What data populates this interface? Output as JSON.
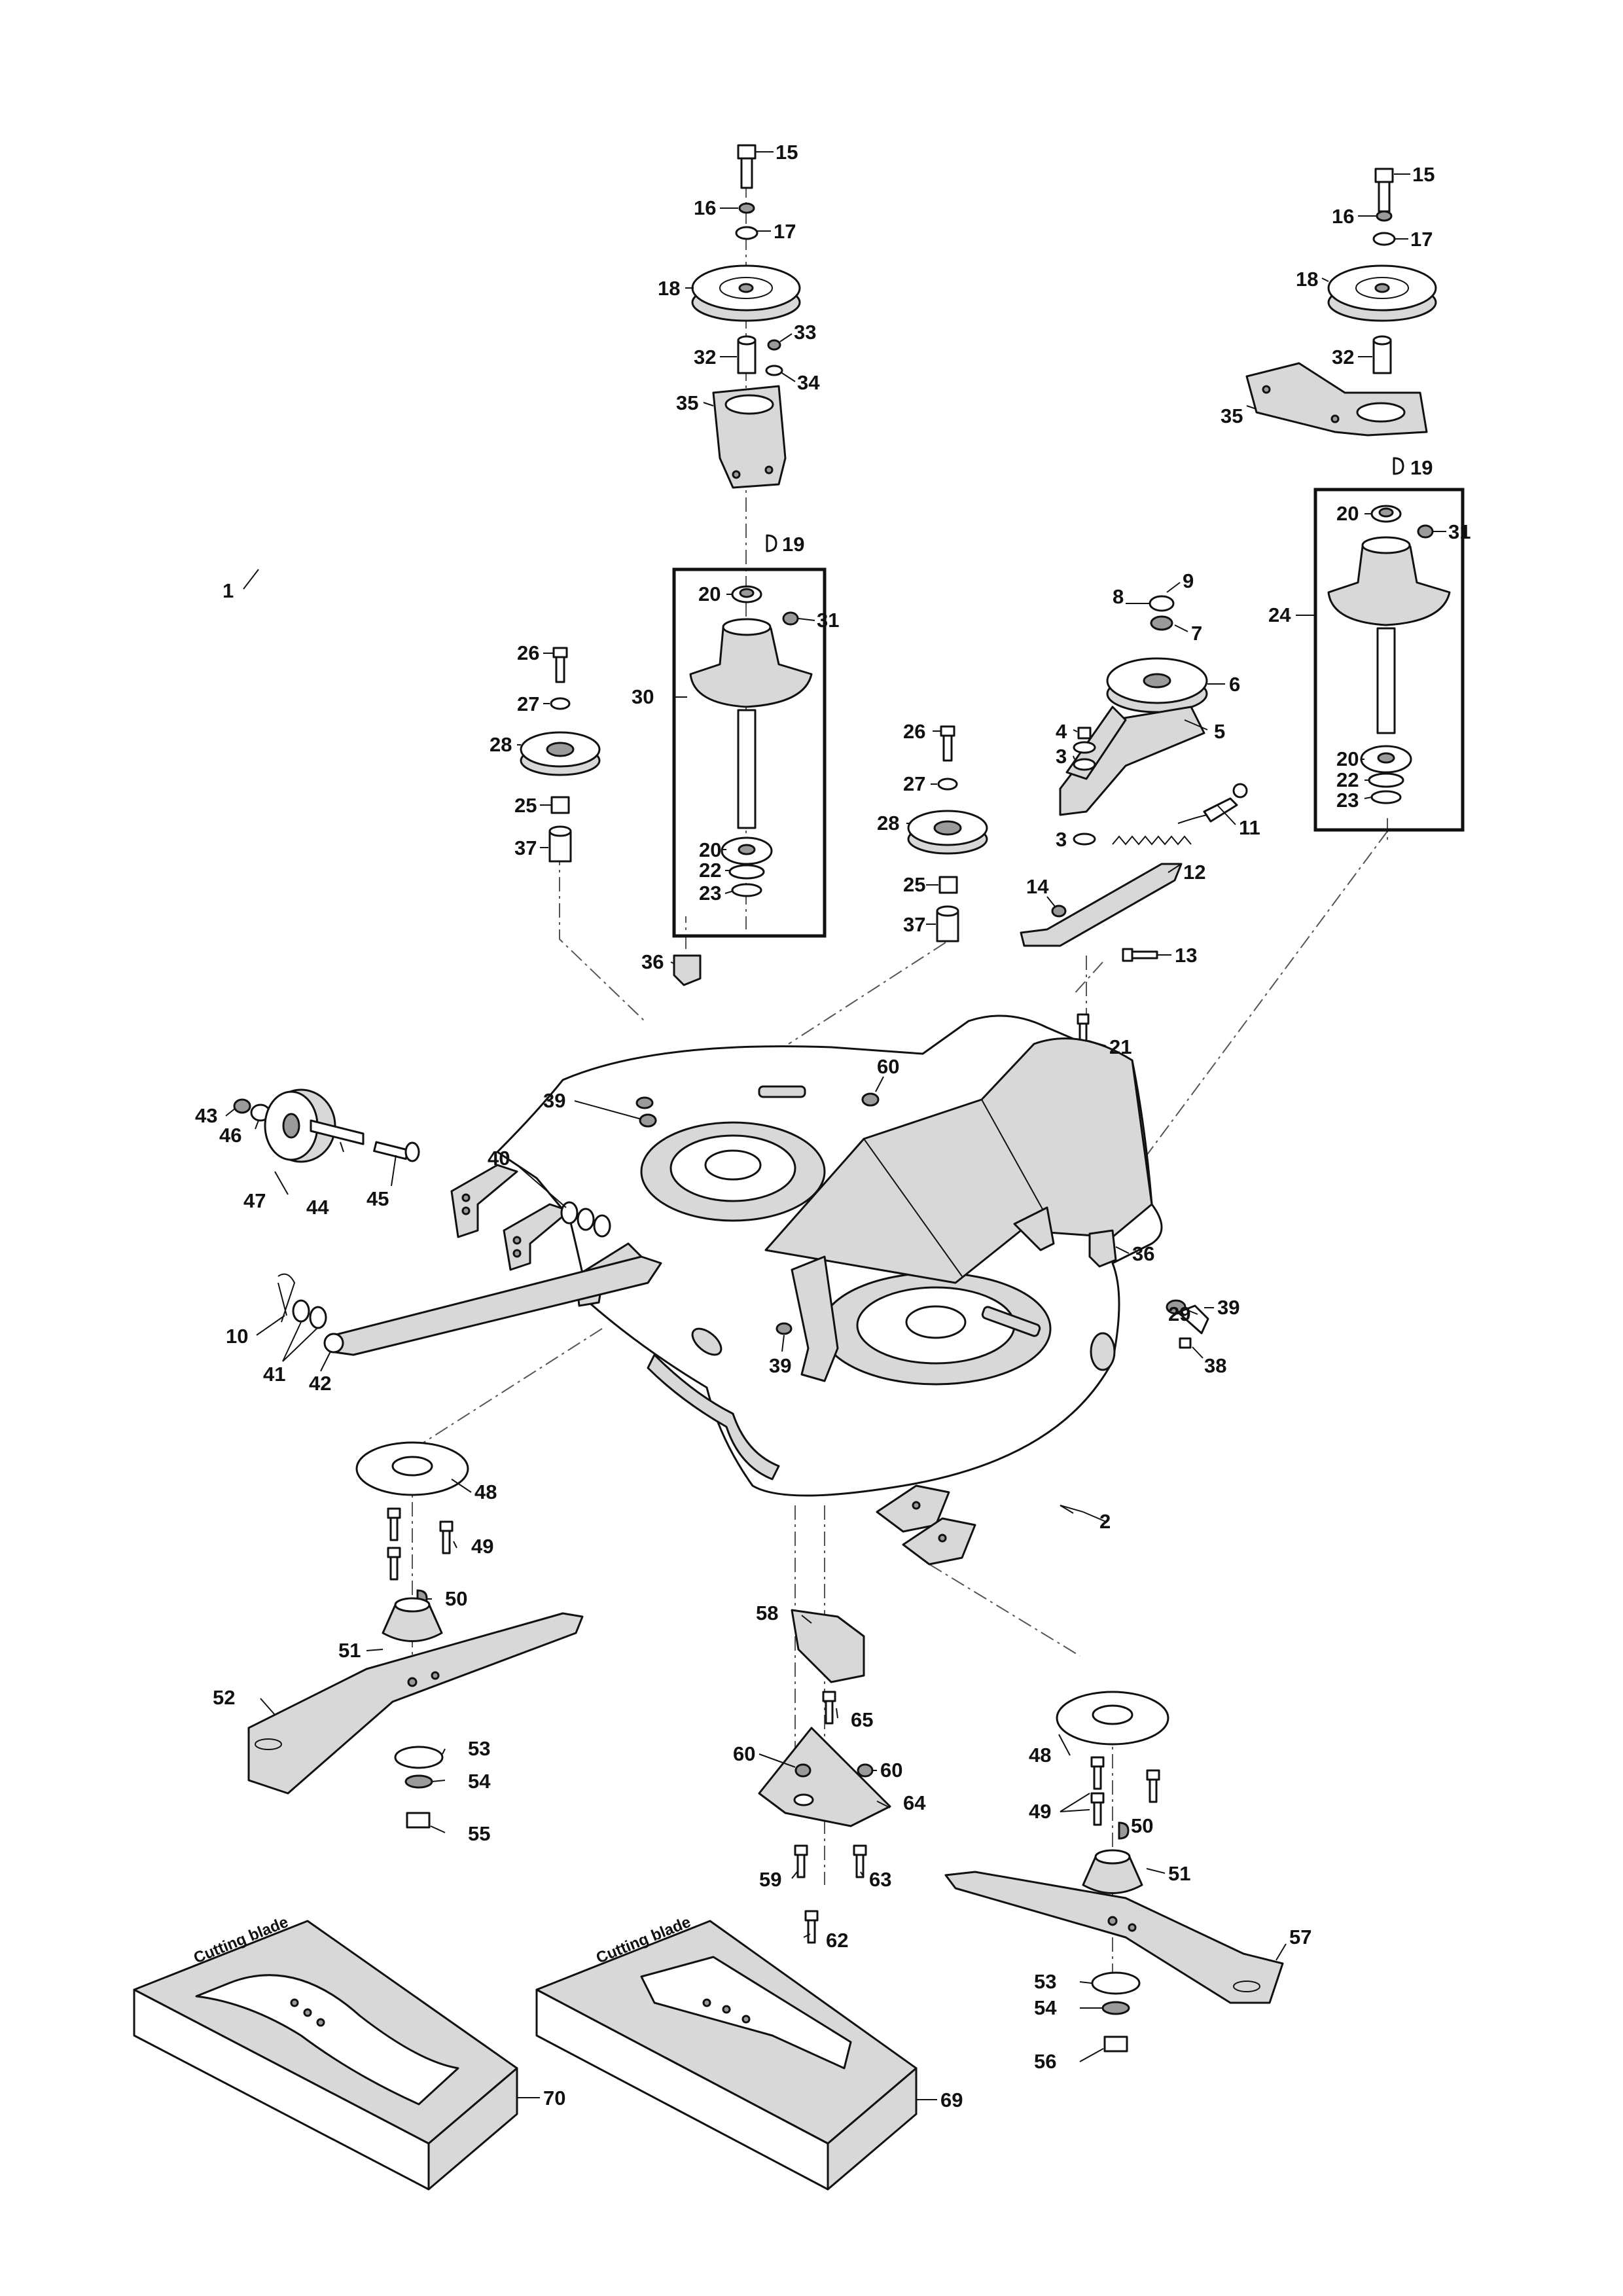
{
  "callouts": [
    {
      "id": "c15a",
      "text": "15"
    },
    {
      "id": "c16a",
      "text": "16"
    },
    {
      "id": "c17a",
      "text": "17"
    },
    {
      "id": "c18a",
      "text": "18"
    },
    {
      "id": "c33",
      "text": "33"
    },
    {
      "id": "c32a",
      "text": "32"
    },
    {
      "id": "c34",
      "text": "34"
    },
    {
      "id": "c35a",
      "text": "35"
    },
    {
      "id": "c1",
      "text": "1"
    },
    {
      "id": "c19a",
      "text": "19"
    },
    {
      "id": "c20a",
      "text": "20"
    },
    {
      "id": "c31a",
      "text": "31"
    },
    {
      "id": "c30",
      "text": "30"
    },
    {
      "id": "c26a",
      "text": "26"
    },
    {
      "id": "c27a",
      "text": "27"
    },
    {
      "id": "c28a",
      "text": "28"
    },
    {
      "id": "c25a",
      "text": "25"
    },
    {
      "id": "c37a",
      "text": "37"
    },
    {
      "id": "c20b",
      "text": "20"
    },
    {
      "id": "c22a",
      "text": "22"
    },
    {
      "id": "c23a",
      "text": "23"
    },
    {
      "id": "c15b",
      "text": "15"
    },
    {
      "id": "c16b",
      "text": "16"
    },
    {
      "id": "c17b",
      "text": "17"
    },
    {
      "id": "c18b",
      "text": "18"
    },
    {
      "id": "c32b",
      "text": "32"
    },
    {
      "id": "c35b",
      "text": "35"
    },
    {
      "id": "c19b",
      "text": "19"
    },
    {
      "id": "c20c",
      "text": "20"
    },
    {
      "id": "c31b",
      "text": "31"
    },
    {
      "id": "c24",
      "text": "24"
    },
    {
      "id": "c20d",
      "text": "20"
    },
    {
      "id": "c22b",
      "text": "22"
    },
    {
      "id": "c23b",
      "text": "23"
    },
    {
      "id": "c9",
      "text": "9"
    },
    {
      "id": "c8",
      "text": "8"
    },
    {
      "id": "c7",
      "text": "7"
    },
    {
      "id": "c6",
      "text": "6"
    },
    {
      "id": "c4",
      "text": "4"
    },
    {
      "id": "c5",
      "text": "5"
    },
    {
      "id": "c3a",
      "text": "3"
    },
    {
      "id": "c11",
      "text": "11"
    },
    {
      "id": "c3b",
      "text": "3"
    },
    {
      "id": "c26b",
      "text": "26"
    },
    {
      "id": "c27b",
      "text": "27"
    },
    {
      "id": "c28b",
      "text": "28"
    },
    {
      "id": "c25b",
      "text": "25"
    },
    {
      "id": "c37b",
      "text": "37"
    },
    {
      "id": "c14",
      "text": "14"
    },
    {
      "id": "c12",
      "text": "12"
    },
    {
      "id": "c13",
      "text": "13"
    },
    {
      "id": "c21",
      "text": "21"
    },
    {
      "id": "c36a",
      "text": "36"
    },
    {
      "id": "c60a",
      "text": "60"
    },
    {
      "id": "c39a",
      "text": "39"
    },
    {
      "id": "c43",
      "text": "43"
    },
    {
      "id": "c46",
      "text": "46"
    },
    {
      "id": "c40",
      "text": "40"
    },
    {
      "id": "c47",
      "text": "47"
    },
    {
      "id": "c44",
      "text": "44"
    },
    {
      "id": "c45",
      "text": "45"
    },
    {
      "id": "c36b",
      "text": "36"
    },
    {
      "id": "c29",
      "text": "29"
    },
    {
      "id": "c39b",
      "text": "39"
    },
    {
      "id": "c38",
      "text": "38"
    },
    {
      "id": "c10",
      "text": "10"
    },
    {
      "id": "c41",
      "text": "41"
    },
    {
      "id": "c42",
      "text": "42"
    },
    {
      "id": "c39c",
      "text": "39"
    },
    {
      "id": "c48a",
      "text": "48"
    },
    {
      "id": "c49a",
      "text": "49"
    },
    {
      "id": "c2",
      "text": "2"
    },
    {
      "id": "c50a",
      "text": "50"
    },
    {
      "id": "c51a",
      "text": "51"
    },
    {
      "id": "c58",
      "text": "58"
    },
    {
      "id": "c52",
      "text": "52"
    },
    {
      "id": "c65",
      "text": "65"
    },
    {
      "id": "c53a",
      "text": "53"
    },
    {
      "id": "c60b",
      "text": "60"
    },
    {
      "id": "c60c",
      "text": "60"
    },
    {
      "id": "c64",
      "text": "64"
    },
    {
      "id": "c48b",
      "text": "48"
    },
    {
      "id": "c54a",
      "text": "54"
    },
    {
      "id": "c55",
      "text": "55"
    },
    {
      "id": "c49b",
      "text": "49"
    },
    {
      "id": "c50b",
      "text": "50"
    },
    {
      "id": "c59",
      "text": "59"
    },
    {
      "id": "c63",
      "text": "63"
    },
    {
      "id": "c51b",
      "text": "51"
    },
    {
      "id": "c62",
      "text": "62"
    },
    {
      "id": "c57",
      "text": "57"
    },
    {
      "id": "c53b",
      "text": "53"
    },
    {
      "id": "c54b",
      "text": "54"
    },
    {
      "id": "c56",
      "text": "56"
    },
    {
      "id": "c70",
      "text": "70"
    },
    {
      "id": "c69",
      "text": "69"
    }
  ],
  "kits": {
    "box70_label": "Cutting blade",
    "box69_label": "Cutting blade"
  }
}
